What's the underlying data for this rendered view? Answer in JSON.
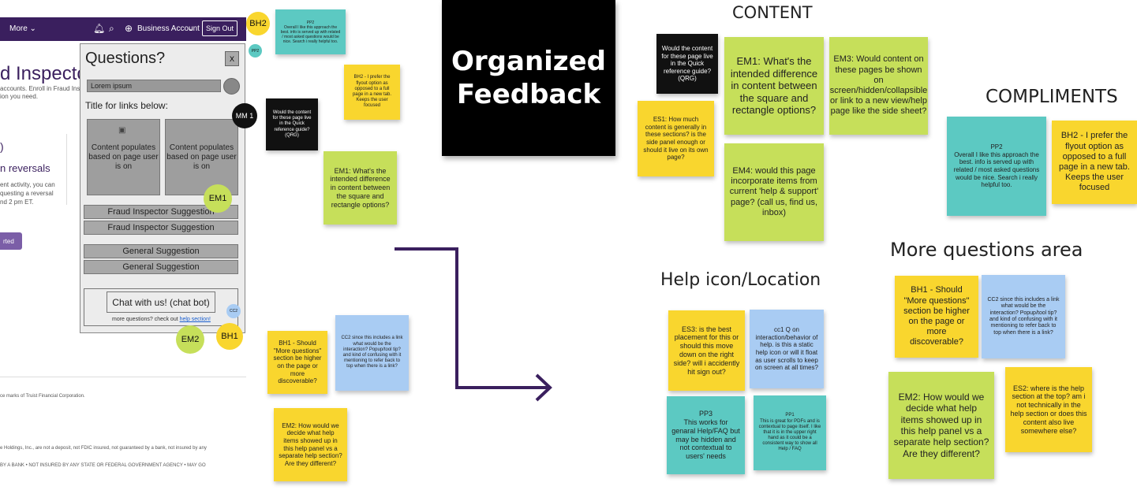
{
  "mockup": {
    "topbar": {
      "more": "More ⌄",
      "account": "Business Account",
      "signout": "Sign Out"
    },
    "page_title": "d Inspector",
    "intro_lines": [
      "accounts. Enroll in Fraud Inspec",
      "ion you need."
    ],
    "reversals_heading": "n reversals",
    "reversals_body": [
      "ent activity, you can",
      "questing a reversal",
      "nd 2 pm ET."
    ],
    "started_btn": "rted",
    "footer_lines": [
      "ce marks of Truist Financial Corporation.",
      "e Holdings, Inc., are not a deposit, not FDIC insured, not guaranteed by a bank, not insured by any",
      "BY A BANK • NOT INSURED BY ANY STATE OR FEDERAL GOVERNMENT AGENCY • MAY GO"
    ],
    "panel": {
      "title": "Questions?",
      "close": "X",
      "search_value": "Lorem ipsum",
      "links_title": "Title for links below:",
      "box1": "Content populates based on page user is on",
      "box2": "Content populates based on page user is on",
      "fraud1": "Fraud Inspector Suggestion",
      "fraud2": "Fraud Inspector Suggestion",
      "general1": "General Suggestion",
      "general2": "General Suggestion",
      "chat": "Chat with us! (chat bot)",
      "more_q": "more questions? check out ",
      "help_link": "help section!"
    }
  },
  "markers": {
    "bh2": "BH2",
    "pp2": "PP2",
    "mm1": "MM 1",
    "em1": "EM1",
    "cc2": "CC2",
    "em2": "EM2",
    "bh1": "BH1"
  },
  "left_notes": {
    "pp2": "PP2\nOverall I like this approach the best. info is served up with related / most asked questions would be nice. Search i really helpful too.",
    "bh2": "BH2 - I prefer the flyout option as opposed to a full page in a new tab. Keeps the user focused",
    "qrg": "Would the content for these page live in the Quick reference guide? (QRG)",
    "em1": "EM1: What's the intended difference in content between the square and rectangle options?",
    "bh1": "BH1 - Should \"More questions\" section be higher on the page or more discoverable?",
    "cc2": "CC2 since this includes a link what would be the interaction? Popup/tool tip? and kind of confusing with it mentioning to refer back to top when there is a link?",
    "em2": "EM2: How would we decide what help items showed up in this help panel vs a separate help section? Are they different?"
  },
  "title": "Organized Feedback",
  "headers": {
    "content": "CONTENT",
    "compliments": "COMPLIMENTS",
    "help": "Help icon/Location",
    "more": "More questions area"
  },
  "content_notes": {
    "qrg": "Would the content for these page live in the Quick reference guide? (QRG)",
    "es1": "ES1: How much content is generally in these sections? is the side panel enough or should it live on its own page?",
    "em1": "EM1: What's the intended difference in content between the square and rectangle options?",
    "em3": "EM3: Would content on these pages be shown on screen/hidden/collapsible or link to a new view/help page like the side sheet?",
    "em4": "EM4: would this page incorporate items from current 'help & support' page? (call us, find us, inbox)"
  },
  "compliment_notes": {
    "pp2": "PP2\nOverall I like this approach the best. info is served up with related / most asked questions would be nice. Search i really helpful too.",
    "bh2": "BH2 - I prefer the flyout option as opposed to a full page in a new tab. Keeps the user focused"
  },
  "help_notes": {
    "es3": "ES3: is the best placement for this or should this move down on the right side? will i accidently hit sign out?",
    "cc1": "cc1 Q on interaction/behavior of help. is this a static help icon or will it float as user scrolls to keep on screen at all times?",
    "pp3": "PP3\nThis works for genaral Help/FAQ but may be hidden and not contextual to users' needs",
    "pp1": "PP1\nThis is great for PDFs and is contextual to page itself. I like that it is in the upper right hand as it could be a consistent way to show all Help / FAQ"
  },
  "more_notes": {
    "bh1": "BH1 - Should \"More questions\" section be higher on the page or more discoverable?",
    "cc2": "CC2 since this includes a link what would be the interaction? Popup/tool tip? and kind of confusing with it mentioning to refer back to top when there is a link?",
    "em2": "EM2: How would we decide what help items showed up in this help panel vs a separate help section? Are they different?",
    "es2": "ES2: where is the help section at the top? am i not technically in the help section or does this content also live somewhere else?"
  },
  "colors": {
    "yellow": "#f9d62e",
    "green": "#c6df5a",
    "teal": "#5cc9c2",
    "blue": "#a9ccf3",
    "black": "#111111",
    "arrow": "#3a1f5e"
  }
}
